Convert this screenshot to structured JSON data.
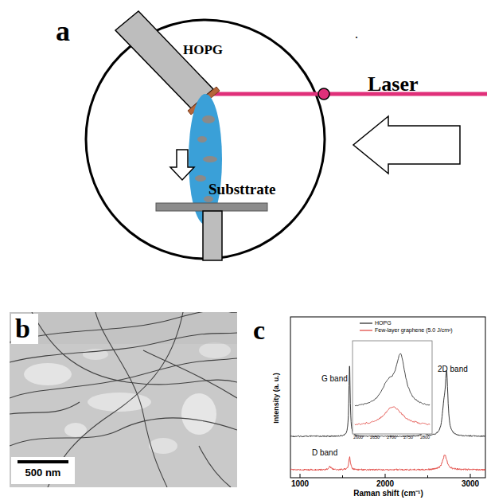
{
  "diagram": {
    "labels": [
      "a",
      ".",
      "HOPG",
      "Laser",
      "Substtrate",
      "b",
      "500 nm",
      "c",
      "G band",
      "2D band",
      "D band",
      "Intensity (a. u.)",
      "Raman shift (cm⁻¹)",
      "1000",
      "2000",
      "3000",
      "2600",
      "2650",
      "2700",
      "2750",
      "2800"
    ],
    "legend": [
      {
        "text": "HOPG"
      },
      {
        "text": "Few-layer graphene (5.0 J/cm²)"
      }
    ]
  }
}
